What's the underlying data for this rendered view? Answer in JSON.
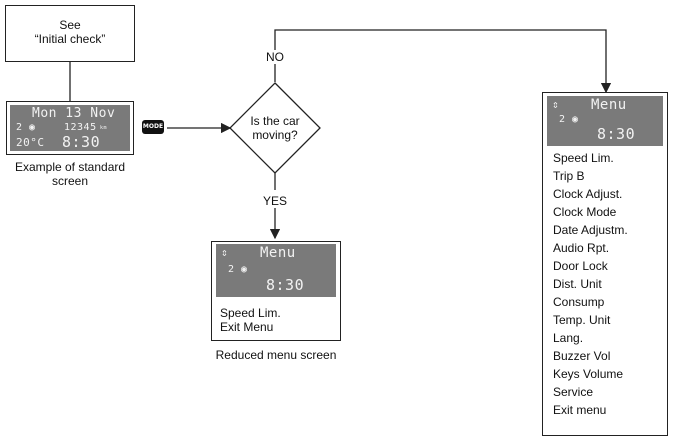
{
  "initial_check": {
    "line1": "See",
    "line2": "“Initial check”"
  },
  "standard_screen": {
    "date": "Mon 13 Nov",
    "indicator": "2 ◉",
    "odometer": "12345",
    "odometer_unit": "km",
    "temp": "20°C",
    "time": "8:30",
    "caption_line1": "Example of standard",
    "caption_line2": "screen"
  },
  "mode_button": {
    "label": "MODE"
  },
  "decision": {
    "line1": "Is the car",
    "line2": "moving?",
    "no_label": "NO",
    "yes_label": "YES"
  },
  "reduced_menu": {
    "icon": "⇕",
    "title": "Menu",
    "indicator": "2 ◉",
    "time": "8:30",
    "items": [
      "Speed Lim.",
      "Exit Menu"
    ],
    "caption": "Reduced menu screen"
  },
  "full_menu": {
    "icon": "⇕",
    "title": "Menu",
    "indicator": "2 ◉",
    "time": "8:30",
    "items": [
      "Speed Lim.",
      "Trip B",
      "Clock Adjust.",
      "Clock Mode",
      "Date Adjustm.",
      "Audio Rpt.",
      "Door Lock",
      "Dist. Unit",
      "Consump",
      "Temp. Unit",
      "Lang.",
      "Buzzer Vol",
      "Keys Volume",
      "Service",
      "Exit menu"
    ]
  },
  "colors": {
    "lcd_background": "#7a7a7a",
    "lcd_text": "#f2f2f2",
    "line": "#222222"
  }
}
